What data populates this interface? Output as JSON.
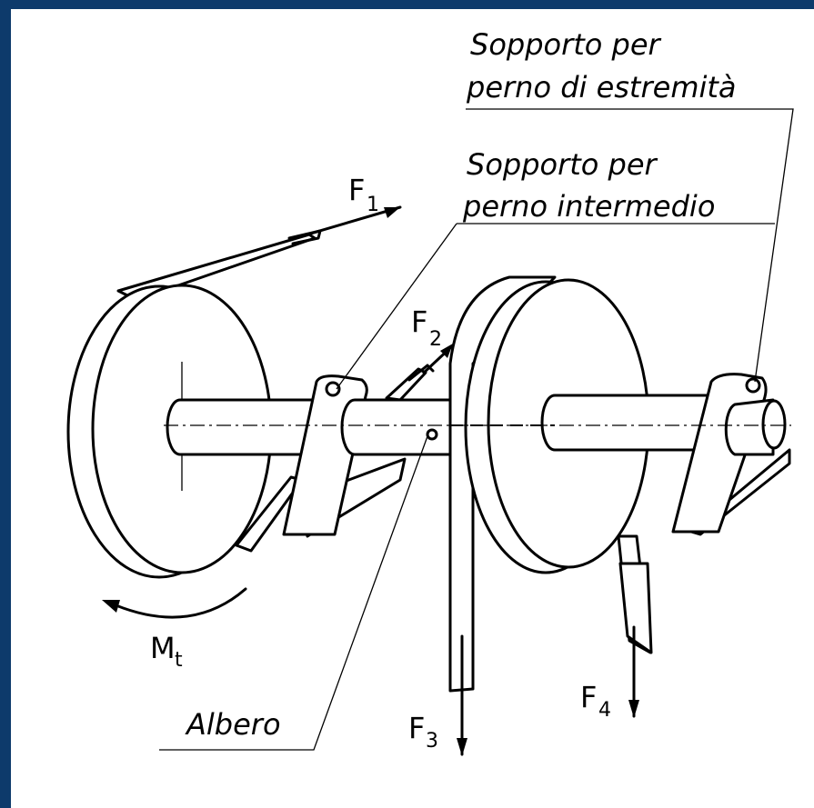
{
  "colors": {
    "frame": "#0d3a6b",
    "paper": "#ffffff",
    "ink": "#000000"
  },
  "labels": {
    "support_end_line1": "Sopporto per",
    "support_end_line2": "perno di estremità",
    "support_mid_line1": "Sopporto per",
    "support_mid_line2": "perno intermedio",
    "shaft": "Albero",
    "f1": "F",
    "f1_sub": "1",
    "f2": "F",
    "f2_sub": "2",
    "f3": "F",
    "f3_sub": "3",
    "f4": "F",
    "f4_sub": "4",
    "mt": "M",
    "mt_sub": "t"
  }
}
